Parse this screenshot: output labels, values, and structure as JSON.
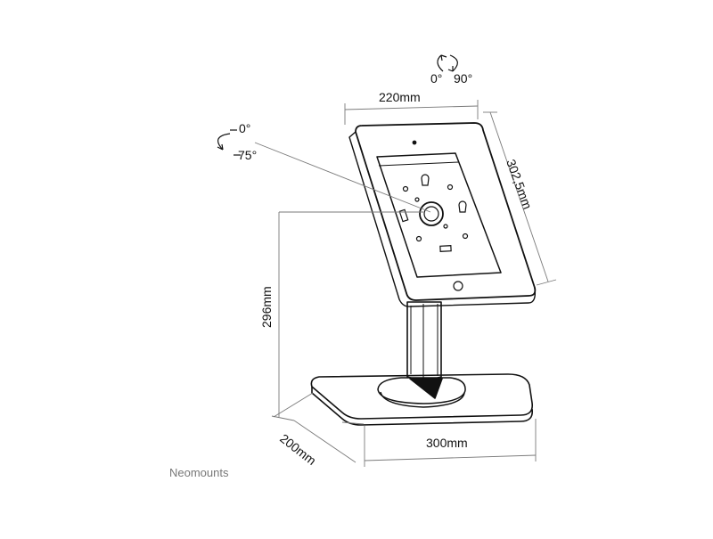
{
  "colors": {
    "line": "#111111",
    "dimension_line": "#7a7a7a",
    "brand": "#777777",
    "background": "#ffffff"
  },
  "labels": {
    "tilt_min": "0°",
    "tilt_max": "75°",
    "rotate_min": "0°",
    "rotate_max": "90°",
    "frame_width": "220mm",
    "frame_height": "302,5mm",
    "stand_height": "296mm",
    "base_depth": "200mm",
    "base_width": "300mm",
    "brand": "Neomounts"
  }
}
